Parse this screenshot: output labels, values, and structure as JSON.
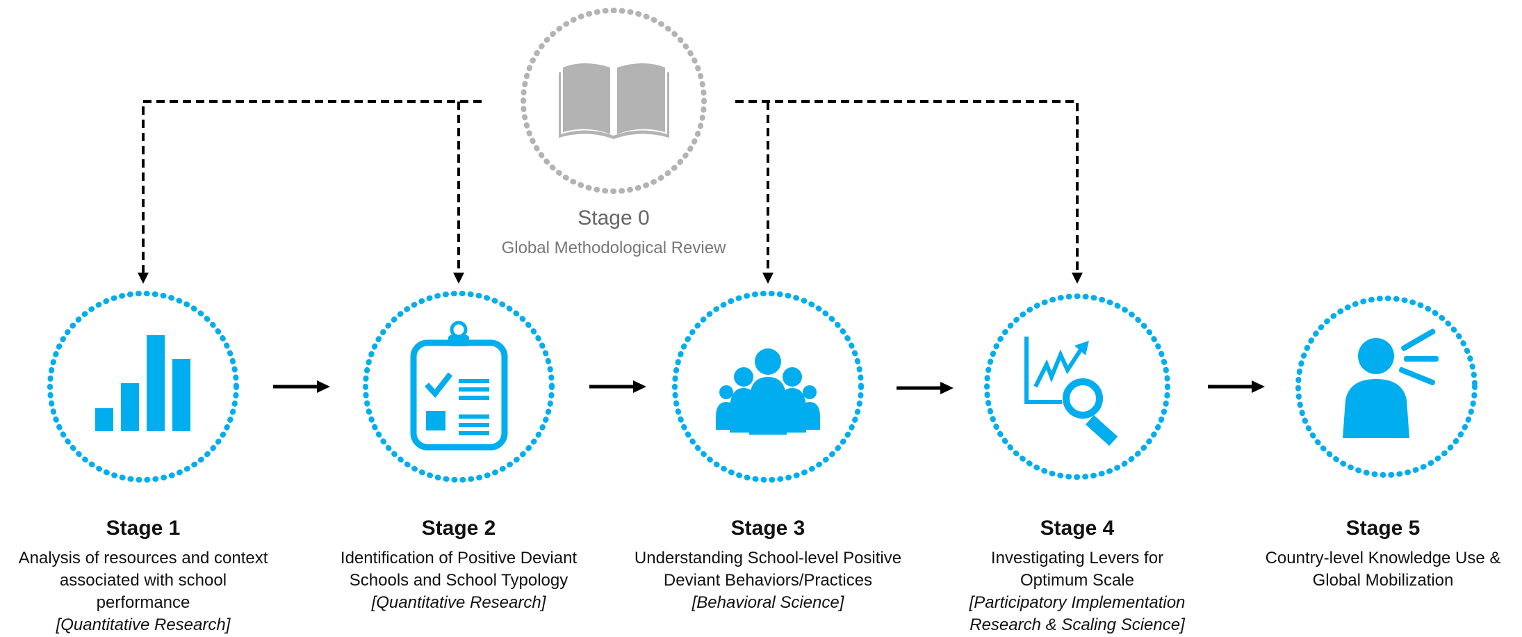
{
  "colors": {
    "accent": "#00adee",
    "stage0": "#b3b3b3",
    "arrow": "#000000",
    "stage0_text": "#666666"
  },
  "stage0": {
    "title": "Stage 0",
    "description": "Global Methodological Review",
    "icon": "open-book-icon"
  },
  "stages": [
    {
      "title": "Stage 1",
      "description": [
        "Analysis of resources and context",
        "associated with school",
        "performance"
      ],
      "method": "[Quantitative Research]",
      "icon": "bar-chart-icon"
    },
    {
      "title": "Stage 2",
      "description": [
        "Identification of Positive Deviant",
        "Schools and School Typology"
      ],
      "method": "[Quantitative Research]",
      "icon": "clipboard-checklist-icon"
    },
    {
      "title": "Stage 3",
      "description": [
        "Understanding School-level Positive",
        "Deviant Behaviors/Practices"
      ],
      "method": "[Behavioral Science]",
      "icon": "people-group-icon"
    },
    {
      "title": "Stage 4",
      "description": [
        "Investigating Levers for",
        "Optimum Scale"
      ],
      "method": [
        "[Participatory Implementation",
        "Research & Scaling Science]"
      ],
      "icon": "trend-magnifier-icon"
    },
    {
      "title": "Stage 5",
      "description": [
        "Country-level Knowledge Use &",
        "Global Mobilization"
      ],
      "icon": "person-speaking-icon"
    }
  ]
}
